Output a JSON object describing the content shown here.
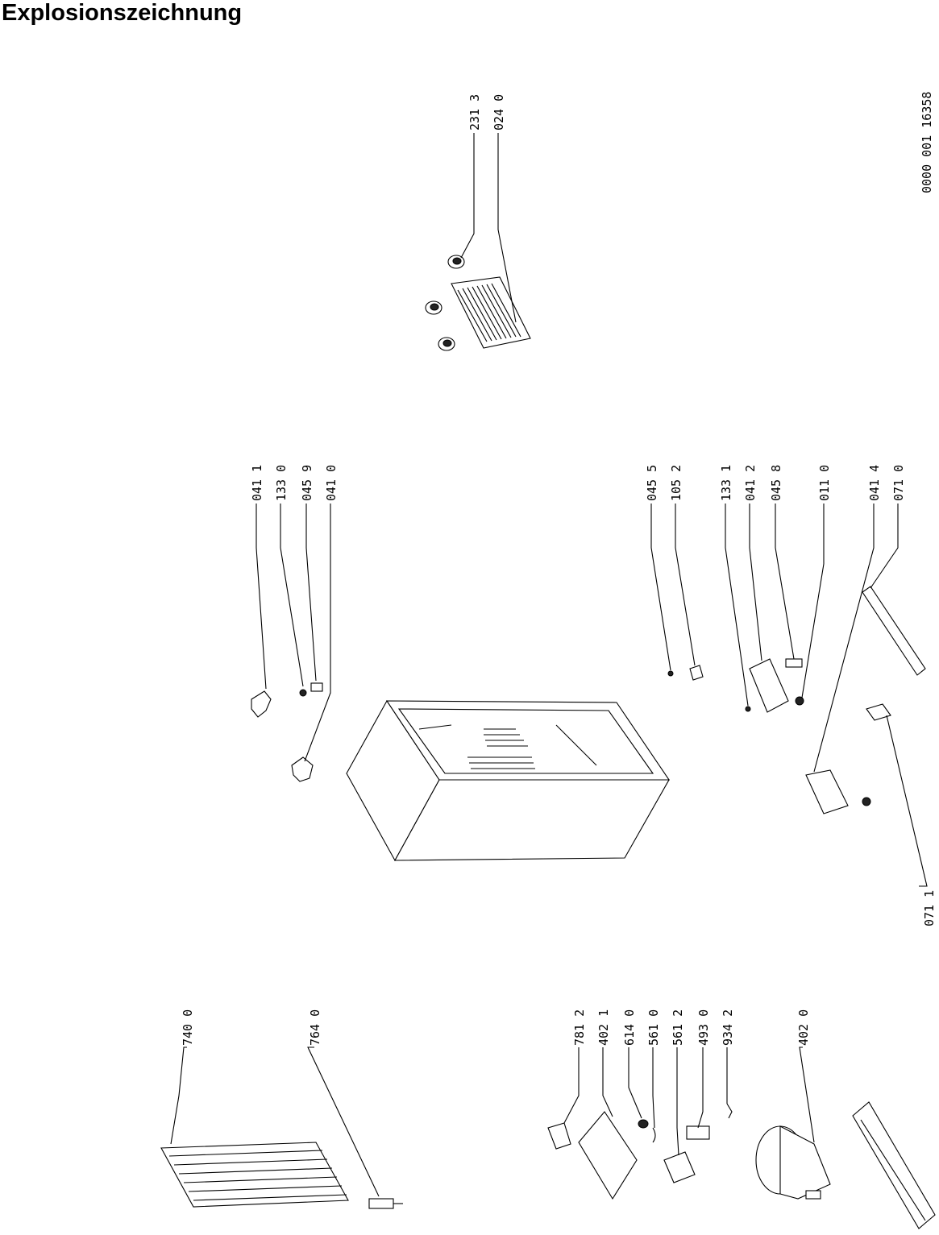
{
  "title": "Explosionszeichnung",
  "document_id": "0000 001  16358",
  "callouts": {
    "c231_3": "231 3",
    "c024_0": "024 0",
    "c041_1": "041 1",
    "c133_0": "133 0",
    "c045_9": "045 9",
    "c041_0": "041 0",
    "c045_5": "045 5",
    "c105_2": "105 2",
    "c133_1": "133 1",
    "c041_2": "041 2",
    "c045_8": "045 8",
    "c011_0": "011 0",
    "c041_4": "041 4",
    "c071_0": "071 0",
    "c071_1": "071 1",
    "c740_0": "740 0",
    "c764_0": "764 0",
    "c781_2": "781 2",
    "c402_1": "402 1",
    "c614_0": "614 0",
    "c561_0": "561 0",
    "c561_2": "561 2",
    "c493_0": "493 0",
    "c934_2": "934 2",
    "c402_0": "402 0"
  }
}
